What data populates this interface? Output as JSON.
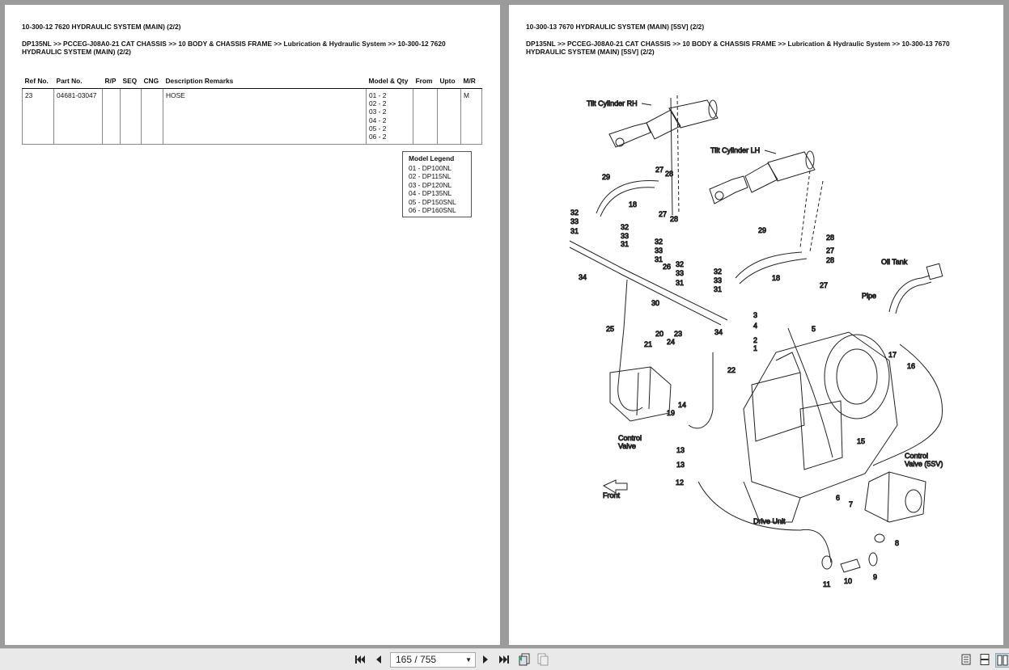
{
  "left_page": {
    "title": "10-300-12 7620 HYDRAULIC SYSTEM (MAIN) (2/2)",
    "breadcrumb_line1": "DP135NL >> PCCEG-J08A0-21 CAT CHASSIS >> 10 BODY & CHASSIS FRAME >> Lubrication & Hydraulic System >> 10-300-12 7620",
    "breadcrumb_line2": "HYDRAULIC SYSTEM (MAIN) (2/2)",
    "table": {
      "headers": [
        "Ref No.",
        "Part No.",
        "R/P",
        "SEQ",
        "CNG",
        "Description Remarks",
        "Model & Qty",
        "From",
        "Upto",
        "M/R"
      ],
      "rows": [
        {
          "ref": "23",
          "part": "04681-03047",
          "rp": "",
          "seq": "",
          "cng": "",
          "desc": "HOSE",
          "qty": [
            "01 - 2",
            "02 - 2",
            "03 - 2",
            "04 - 2",
            "05 - 2",
            "06 - 2"
          ],
          "from": "",
          "upto": "",
          "mr": "M"
        }
      ]
    },
    "legend": {
      "title": "Model Legend",
      "items": [
        "01 - DP100NL",
        "02 - DP115NL",
        "03 - DP120NL",
        "04 - DP135NL",
        "05 - DP150SNL",
        "06 - DP160SNL"
      ]
    }
  },
  "right_page": {
    "title": "10-300-13 7670 HYDRAULIC SYSTEM (MAIN) [5SV] (2/2)",
    "breadcrumb_line1": "DP135NL >> PCCEG-J08A0-21 CAT CHASSIS >> 10 BODY & CHASSIS FRAME >> Lubrication & Hydraulic System >> 10-300-13 7670",
    "breadcrumb_line2": "HYDRAULIC SYSTEM (MAIN) [5SV] (2/2)",
    "diagram": {
      "labels": {
        "tilt_rh": "Tilt Cylinder RH",
        "tilt_lh": "Tilt Cylinder LH",
        "oil_tank": "Oil Tank",
        "pipe": "Pipe",
        "control_valve_1": "Control",
        "control_valve_2": "Valve",
        "control_valve_5sv_1": "Control",
        "control_valve_5sv_2": "Valve (5SV)",
        "front": "Front",
        "drive_unit": "Drive Unit"
      },
      "callouts": [
        "29",
        "27",
        "28",
        "18",
        "27",
        "28",
        "32",
        "33",
        "31",
        "32",
        "33",
        "31",
        "32",
        "33",
        "31",
        "34",
        "26",
        "30",
        "25",
        "29",
        "28",
        "27",
        "28",
        "18",
        "27",
        "32",
        "33",
        "31",
        "32",
        "33",
        "31",
        "34",
        "3",
        "4",
        "2",
        "1",
        "5",
        "20",
        "21",
        "24",
        "23",
        "22",
        "14",
        "19",
        "13",
        "13",
        "12",
        "17",
        "16",
        "15",
        "6",
        "7",
        "8",
        "9",
        "10",
        "11"
      ]
    }
  },
  "toolbar": {
    "page_indicator": "165 / 755",
    "icons": [
      "first-page-icon",
      "prev-page-icon",
      "next-page-icon",
      "last-page-icon",
      "back-icon",
      "forward-icon",
      "single-page-view-icon",
      "continuous-view-icon",
      "two-page-view-icon"
    ]
  }
}
